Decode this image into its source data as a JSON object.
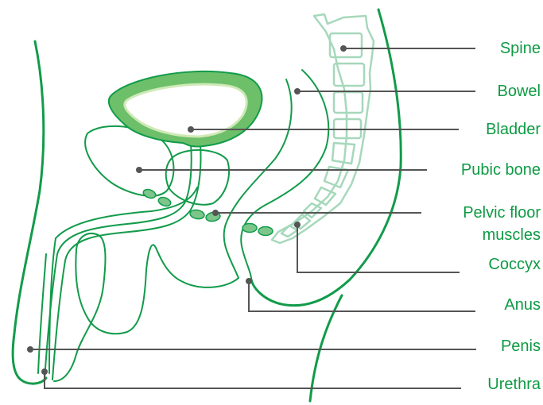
{
  "colors": {
    "anatomy_line": "#129b4a",
    "spine_line": "#a6d8bb",
    "bladder_fill": "#6dbf6a",
    "bladder_inner": "#cfe9b6",
    "muscle_fill": "#7cc58b",
    "pointer_line": "#555555",
    "label_text": "#0e9a44"
  },
  "labels": {
    "spine": "Spine",
    "bowel": "Bowel",
    "bladder": "Bladder",
    "pubic_bone": "Pubic bone",
    "pelvic_floor_line1": "Pelvic floor",
    "pelvic_floor_line2": "muscles",
    "coccyx": "Coccyx",
    "anus": "Anus",
    "penis": "Penis",
    "urethra": "Urethra"
  }
}
